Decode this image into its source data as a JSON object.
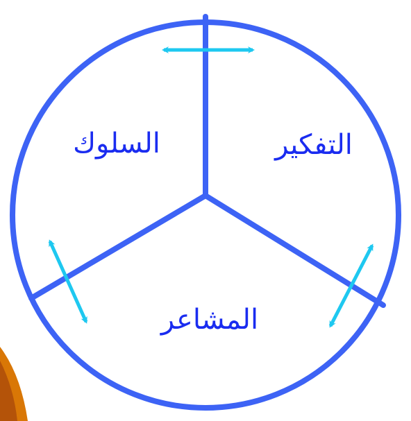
{
  "diagram": {
    "segments": [
      {
        "id": "thinking",
        "label": "التفكير"
      },
      {
        "id": "behavior",
        "label": "السلوك"
      },
      {
        "id": "feelings",
        "label": "المشاعر"
      }
    ],
    "arrows": [
      {
        "between": [
          "behavior",
          "thinking"
        ],
        "style": "double-headed"
      },
      {
        "between": [
          "behavior",
          "feelings"
        ],
        "style": "double-headed"
      },
      {
        "between": [
          "thinking",
          "feelings"
        ],
        "style": "double-headed"
      }
    ]
  },
  "colors": {
    "circle_stroke": "#3d63f5",
    "label_text": "#1a2cf0",
    "arrow": "#1ec8f0",
    "corner_decor_outer": "#d97706",
    "corner_decor_inner": "#b45309"
  }
}
